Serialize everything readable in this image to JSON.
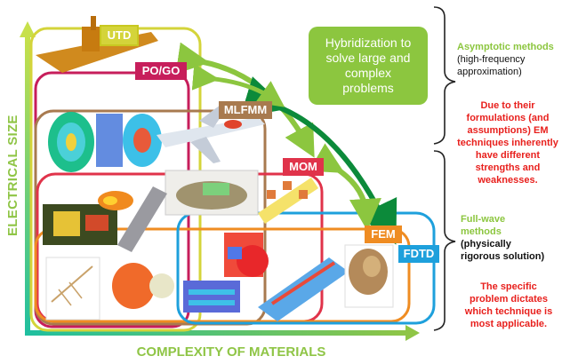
{
  "axes": {
    "y_label": "ELECTRICAL SIZE",
    "x_label": "COMPLEXITY OF MATERIALS"
  },
  "methods": {
    "utd": "UTD",
    "pogo": "PO/GO",
    "mlfmm": "MLFMM",
    "mom": "MOM",
    "fem": "FEM",
    "fdtd": "FDTD"
  },
  "hybrid_box": {
    "line1": "Hybridization to",
    "line2": "solve large and",
    "line3": "complex",
    "line4": "problems"
  },
  "side_notes": {
    "asymptotic_title": "Asymptotic methods",
    "asymptotic_desc1": "(high-frequency",
    "asymptotic_desc2": "approximation)",
    "formulation_1": "Due to their",
    "formulation_2": "formulations (and",
    "formulation_3": "assumptions) EM",
    "formulation_4": "techniques inherently",
    "formulation_5": "have different",
    "formulation_6": "strengths and",
    "formulation_7": "weaknesses.",
    "fullwave_title1": "Full-wave",
    "fullwave_title2": "methods",
    "fullwave_desc1": "(physically",
    "fullwave_desc2": "rigorous solution)",
    "specific_1": "The specific",
    "specific_2": "problem dictates",
    "specific_3": "which technique is",
    "specific_4": "most applicable."
  },
  "colors": {
    "axis_green": "#8fc546",
    "utd": "#c9c92a",
    "pogo": "#c71e5b",
    "mlfmm": "#a87a4f",
    "mom": "#e0334a",
    "fem": "#ef8c22",
    "fdtd": "#1ea0dc",
    "arrow_dark": "#0c8a3a",
    "arrow_light": "#8cc63f",
    "hybrid_box": "#8cc63f",
    "red_text": "#e8201d"
  }
}
